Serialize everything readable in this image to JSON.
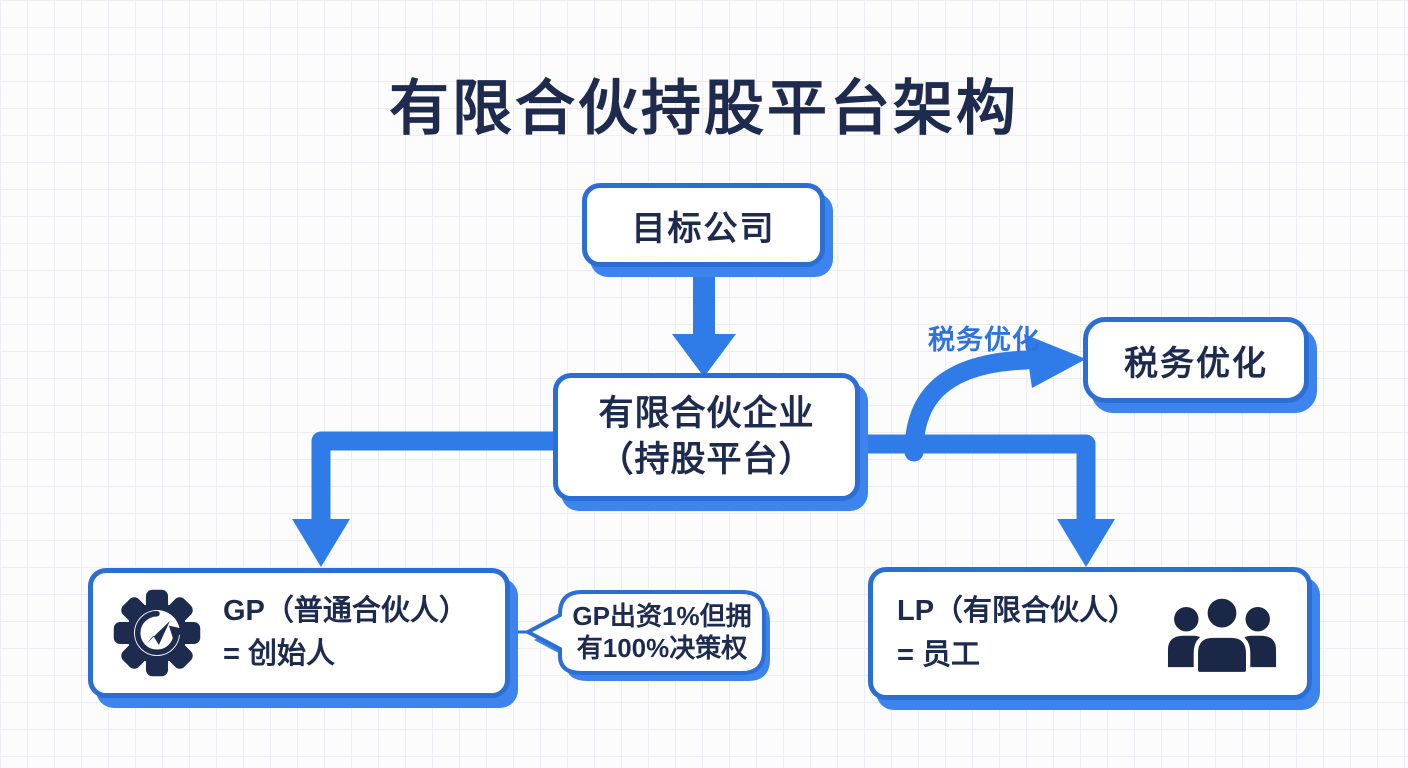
{
  "title": "有限合伙持股平台架构",
  "colors": {
    "text_dark_navy": "#1e2a4e",
    "box_border_blue": "#2b6fd4",
    "box_shadow_blue": "#3d84ee",
    "arrow_blue": "#2f7ce8",
    "label_blue": "#2d74e0",
    "background": "#fcfcfd",
    "grid_line": "#eceef3"
  },
  "nodes": {
    "target_company": {
      "label": "目标公司"
    },
    "partnership": {
      "line1": "有限合伙企业",
      "line2": "（持股平台）"
    },
    "tax_box": {
      "label": "税务优化"
    },
    "gp": {
      "line1": "GP（普通合伙人）",
      "line2": "= 创始人",
      "icon": "gear-sync-arrow-icon"
    },
    "lp": {
      "line1": "LP（有限合伙人）",
      "line2": "= 员工",
      "icon": "people-group-icon"
    },
    "callout": {
      "line1": "GP出资1%但拥",
      "line2": "有100%决策权"
    }
  },
  "edges": [
    {
      "from": "目标公司",
      "to": "有限合伙企业（持股平台）",
      "label": ""
    },
    {
      "from": "有限合伙企业（持股平台）",
      "to": "GP（普通合伙人）= 创始人",
      "label": ""
    },
    {
      "from": "有限合伙企业（持股平台）",
      "to": "LP（有限合伙人）= 员工",
      "label": ""
    },
    {
      "from": "有限合伙企业（持股平台）",
      "to": "税务优化",
      "label": "税务优化"
    },
    {
      "from": "GP（普通合伙人）= 创始人",
      "to": "GP出资1%但拥有100%决策权",
      "label": ""
    }
  ]
}
